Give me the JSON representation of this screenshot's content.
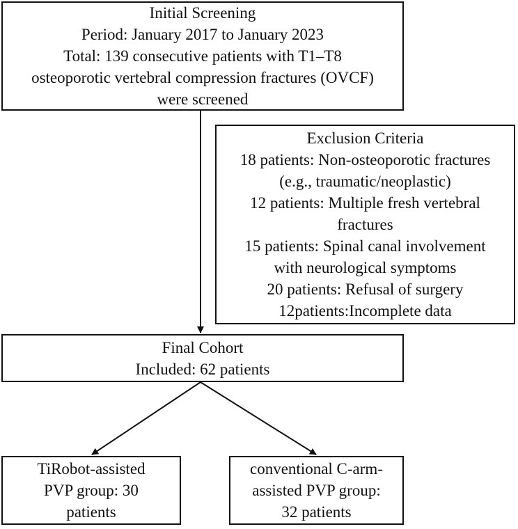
{
  "initial_screening": {
    "title": "Initial Screening",
    "period": "Period: January 2017 to January 2023",
    "total_line1": "Total: 139 consecutive patients with T1–T8",
    "total_line2": "osteoporotic vertebral compression fractures (OVCF)",
    "total_line3": "were screened"
  },
  "exclusion_criteria": {
    "title": "Exclusion Criteria",
    "lines": [
      "18 patients: Non-osteoporotic fractures",
      "(e.g., traumatic/neoplastic)",
      "12 patients: Multiple fresh vertebral",
      "fractures",
      "15 patients: Spinal canal involvement",
      "with neurological symptoms",
      "20 patients: Refusal of surgery",
      "12patients:Incomplete data"
    ]
  },
  "final_cohort": {
    "title": "Final Cohort",
    "included": "Included: 62 patients"
  },
  "groups": [
    {
      "lines": [
        "TiRobot-assisted",
        "PVP group: 30",
        "patients"
      ]
    },
    {
      "lines": [
        "conventional C-arm-",
        "assisted PVP group:",
        "32 patients"
      ]
    }
  ]
}
